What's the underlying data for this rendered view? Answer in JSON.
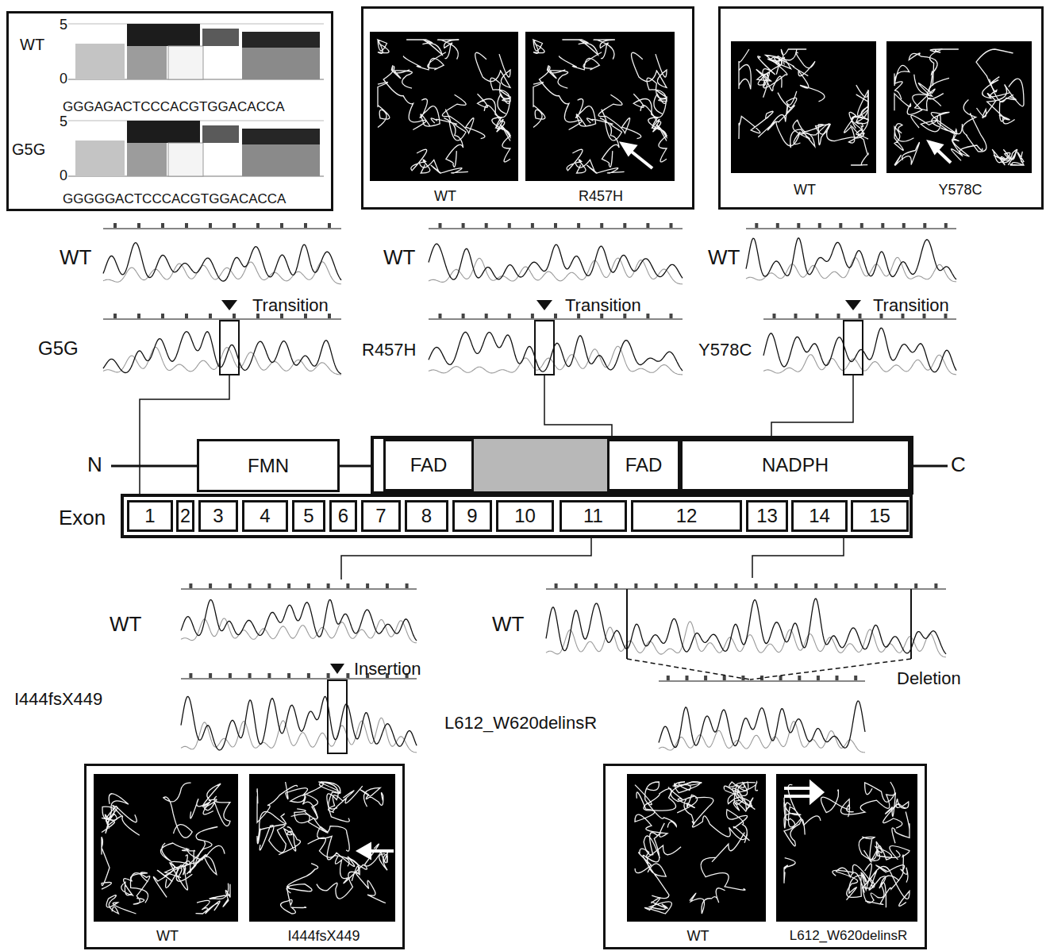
{
  "diagram": {
    "nodes": [
      {
        "text": [
          "WT",
          "5",
          "0",
          "GGGAGACTCCCACGTGGACACCA",
          "G5G",
          "5",
          "0",
          "GGGGGACTCCCACGTGGACACCA"
        ]
      },
      {
        "text": [
          "WT",
          "R457H"
        ]
      },
      {
        "text": [
          "WT",
          "Y578C"
        ]
      },
      {
        "text": [
          "FMN"
        ]
      },
      {
        "text": [
          "FAD"
        ]
      },
      {
        "text": [
          "FAD"
        ]
      },
      {
        "text": [
          "NADPH"
        ]
      },
      {
        "text": [
          "Exon"
        ]
      },
      {
        "text": [
          "1"
        ],
        "in": 7
      },
      {
        "text": [
          "2"
        ],
        "in": 7
      },
      {
        "text": [
          "3"
        ],
        "in": 7
      },
      {
        "text": [
          "4"
        ],
        "in": 7
      },
      {
        "text": [
          "5"
        ],
        "in": 7
      },
      {
        "text": [
          "6"
        ],
        "in": 7
      },
      {
        "text": [
          "7"
        ],
        "in": 7
      },
      {
        "text": [
          "8"
        ],
        "in": 7
      },
      {
        "text": [
          "9"
        ],
        "in": 7
      },
      {
        "text": [
          "10"
        ],
        "in": 7
      },
      {
        "text": [
          "11"
        ],
        "in": 7
      },
      {
        "text": [
          "12"
        ],
        "in": 7
      },
      {
        "text": [
          "13"
        ],
        "in": 7
      },
      {
        "text": [
          "14"
        ],
        "in": 7
      },
      {
        "text": [
          "15"
        ],
        "in": 7
      },
      {
        "text": [
          "WT",
          "I444fsX449"
        ]
      },
      {
        "text": [
          "WT",
          "L612_W620delinsR"
        ]
      }
    ],
    "labels": [
      "WT",
      "Transition",
      "G5G",
      "WT",
      "Transition",
      "R457H",
      "WT",
      "Transition",
      "Y578C",
      "N",
      "C",
      "WT",
      "Insertion",
      "I444fsX449",
      "WT",
      "Deletion",
      "L612_W620delinsR"
    ]
  }
}
